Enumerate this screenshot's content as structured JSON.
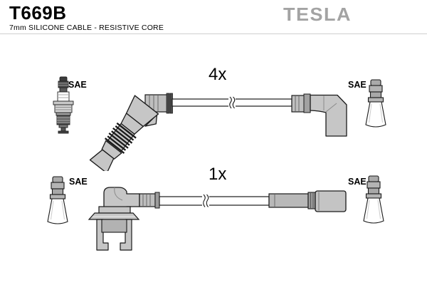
{
  "header": {
    "part_number": "T669B",
    "subtitle": "7mm SILICONE CABLE - RESISTIVE CORE",
    "brand": "TESLA"
  },
  "rows": [
    {
      "quantity": "4x",
      "plug_end_label": "SAE",
      "terminal_end_label": "SAE"
    },
    {
      "quantity": "1x",
      "plug_end_label": "SAE",
      "terminal_end_label": "SAE"
    }
  ],
  "icons": {
    "spark_plug": "spark-plug-icon",
    "sae_terminal": "sae-terminal-cone-icon",
    "angled_boot": "angled-plug-boot-icon",
    "elbow_boot": "elbow-boot-icon",
    "coil_boot_bracket": "coil-boot-bracket-icon",
    "straight_boot": "straight-boot-icon",
    "cable_break": "cable-break-icon"
  },
  "colors": {
    "brand_gray": "#a3a3a3",
    "boot_gray": "#c6c6c6",
    "sleeve_gray": "#bfbfbf",
    "outline": "#1a1a1a",
    "background": "#ffffff"
  }
}
